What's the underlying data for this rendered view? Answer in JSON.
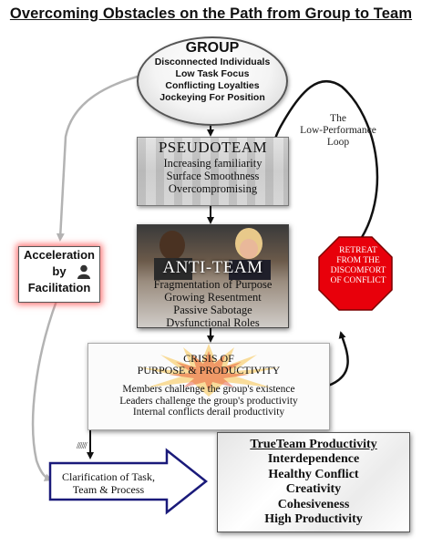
{
  "title": "Overcoming Obstacles on the Path from Group to Team",
  "group": {
    "heading": "GROUP",
    "items": [
      "Disconnected Individuals",
      "Low Task Focus",
      "Conflicting Loyalties",
      "Jockeying For Position"
    ]
  },
  "pseudoteam": {
    "heading": "PSEUDOTEAM",
    "items": [
      "Increasing familiarity",
      "Surface Smoothness",
      "Overcompromising"
    ]
  },
  "antiteam": {
    "heading": "ANTI-TEAM",
    "items": [
      "Fragmentation of Purpose",
      "Growing Resentment",
      "Passive Sabotage",
      "Dysfunctional Roles"
    ]
  },
  "crisis": {
    "heading_line1": "CRISIS OF",
    "heading_line2": "PURPOSE & PRODUCTIVITY",
    "items": [
      "Members challenge the group's existence",
      "Leaders challenge the group's productivity",
      "Internal conflicts derail productivity"
    ]
  },
  "acceleration": {
    "lines": [
      "Acceleration",
      "by",
      "Facilitation"
    ],
    "icon": "person-icon"
  },
  "retreat": {
    "lines": [
      "RETREAT",
      "FROM THE",
      "DISCOMFORT",
      "OF CONFLICT"
    ],
    "color": "#e8000b"
  },
  "loop_label": {
    "lines": [
      "The",
      "Low-Performance",
      "Loop"
    ]
  },
  "slashes": "//////",
  "clarification": {
    "lines": [
      "Clarification of Task,",
      "Team & Process"
    ]
  },
  "trueteam": {
    "heading": "TrueTeam Productivity",
    "items": [
      "Interdependence",
      "Healthy Conflict",
      "Creativity",
      "Cohesiveness",
      "High Productivity"
    ]
  },
  "colors": {
    "arrow_gray": "#b3b3b3",
    "arrow_black": "#111111",
    "clarification_border": "#1a1a7a",
    "stop_sign": "#e8000b",
    "accel_glow": "#ff3c3c"
  }
}
